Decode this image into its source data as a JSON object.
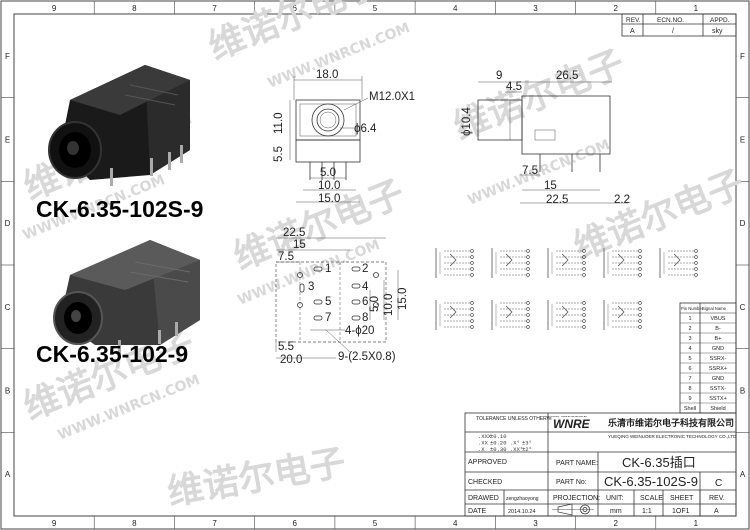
{
  "border": {
    "top_numbers": [
      "9",
      "8",
      "7",
      "6",
      "5",
      "4",
      "3",
      "2",
      "1"
    ],
    "bottom_numbers": [
      "9",
      "8",
      "7",
      "6",
      "5",
      "4",
      "3",
      "2",
      "1"
    ],
    "left_letters": [
      "F",
      "E",
      "D",
      "C",
      "B",
      "A"
    ],
    "right_letters": [
      "F",
      "E",
      "D",
      "C",
      "B",
      "A"
    ]
  },
  "revision": {
    "headers": [
      "REV.",
      "ECN.NO.",
      "APPD."
    ],
    "row": [
      "A",
      "/",
      "sky"
    ]
  },
  "models": {
    "top": "CK-6.35-102S-9",
    "bottom": "CK-6.35-102-9"
  },
  "front_view": {
    "thread": "M12.0X1",
    "d_width": "18.0",
    "d_height": "11.0",
    "d_hole": "ϕ6.4",
    "d_left": "5.5",
    "d_5": "5.0",
    "d_10": "10.0",
    "d_15": "15.0"
  },
  "side_view": {
    "d_9": "9",
    "d_265": "26.5",
    "d_45": "4.5",
    "d_104": "ϕ10.4",
    "d_75": "7.5",
    "d_15": "15",
    "d_225": "22.5",
    "d_22": "2.2"
  },
  "pcb_view": {
    "d_225": "22.5",
    "d_15": "15",
    "d_75": "7.5",
    "d_55": "5.5",
    "d_200": "20.0",
    "d_50": "5.0",
    "d_100": "10.0",
    "d_150": "15.0",
    "hole_note": "4-ϕ20",
    "slot_note": "9-(2.5X0.8)",
    "pin_nums": [
      "1",
      "2",
      "3",
      "4",
      "5",
      "6",
      "7",
      "8"
    ]
  },
  "pin_table": {
    "headers": [
      "Pin Number",
      "Signal Name"
    ],
    "rows": [
      [
        "1",
        "VBUS"
      ],
      [
        "2",
        "B-"
      ],
      [
        "3",
        "B+"
      ],
      [
        "4",
        "GND"
      ],
      [
        "5",
        "SSRX-"
      ],
      [
        "6",
        "SSRX+"
      ],
      [
        "7",
        "GND"
      ],
      [
        "8",
        "SSTX-"
      ],
      [
        "9",
        "SSTX+"
      ],
      [
        "Shell",
        "Shield"
      ]
    ]
  },
  "title_block": {
    "tolerance_title": "TOLERANCE UNLESS OTHERWISE SPECIFIED",
    "tol_rows": [
      [
        ".XXX",
        "±0.10",
        "",
        ""
      ],
      [
        ".XX",
        "±0.20",
        ".X°",
        "±3°"
      ],
      [
        ".X",
        "±0.30",
        ".XX°",
        "±2°"
      ]
    ],
    "company_logo": "WNRE",
    "company_cn": "乐清市维诺尔电子科技有限公司",
    "company_en": "YUEQING WEINUOER ELECTRONIC TECHNOLOGY CO.,LTD",
    "approved_label": "APPROVED",
    "checked_label": "CHECKED",
    "drawed_label": "DRAWED",
    "drawed_value": "zengzhaoyong",
    "date_label": "DATE",
    "date_value": "2014.10.24",
    "part_name_label": "PART NAME:",
    "part_name_value": "CK-6.35插口",
    "part_no_label": "PART No:",
    "part_no_value": "CK-6.35-102S-9",
    "part_rev": "C",
    "projection_label": "PROJECTION:",
    "unit_label": "UNIT:",
    "scale_label": "SCALE",
    "sheet_label": "SHEET",
    "rev_label": "REV.",
    "unit_value": "mm",
    "scale_value": "1:1",
    "sheet_value": "1OF1",
    "rev_value": "A"
  },
  "watermark": {
    "cn": "维诺尔电子",
    "url": "WWW.WNRCN.COM"
  }
}
